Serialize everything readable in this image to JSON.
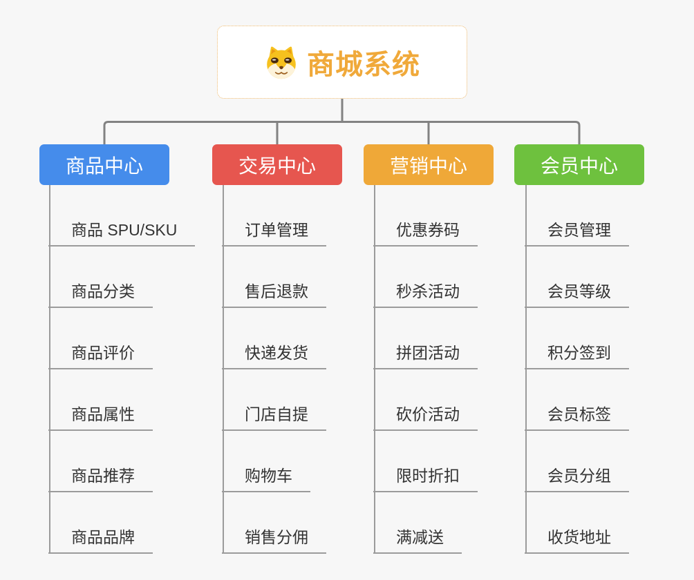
{
  "root": {
    "title": "商城系统",
    "icon": "dog-face-icon"
  },
  "branches": [
    {
      "label": "商品中心",
      "color": "#458ceb",
      "children": [
        "商品 SPU/SKU",
        "商品分类",
        "商品评价",
        "商品属性",
        "商品推荐",
        "商品品牌"
      ]
    },
    {
      "label": "交易中心",
      "color": "#e6564f",
      "children": [
        "订单管理",
        "售后退款",
        "快递发货",
        "门店自提",
        "购物车",
        "销售分佣"
      ]
    },
    {
      "label": "营销中心",
      "color": "#efa838",
      "children": [
        "优惠券码",
        "秒杀活动",
        "拼团活动",
        "砍价活动",
        "限时折扣",
        "满减送"
      ]
    },
    {
      "label": "会员中心",
      "color": "#6ec13e",
      "children": [
        "会员管理",
        "会员等级",
        "积分签到",
        "会员标签",
        "会员分组",
        "收货地址"
      ]
    }
  ],
  "colors": {
    "background": "#f7f7f7",
    "root_accent": "#f0a93a",
    "root_border": "#edb86b",
    "connector_line": "#828282",
    "branch_line": "#9b9b9b",
    "leaf_text": "#333333"
  }
}
